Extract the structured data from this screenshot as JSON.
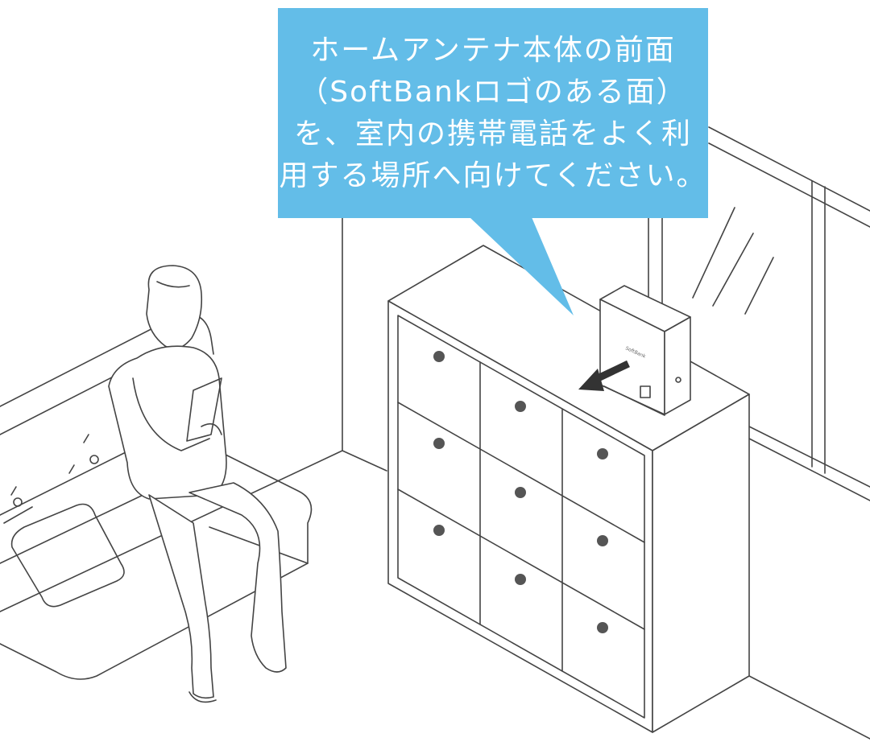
{
  "callout": {
    "lines": [
      "ホームアンテナ本体の前面",
      "（SoftBankロゴのある面）",
      "を、室内の携帯電話をよく利",
      "用する場所へ向けてください。"
    ]
  },
  "device": {
    "logo_text": "SoftBank"
  },
  "colors": {
    "callout_bg": "#63bde8",
    "callout_text": "#ffffff",
    "line_art": "#444444",
    "arrow": "#333333"
  }
}
